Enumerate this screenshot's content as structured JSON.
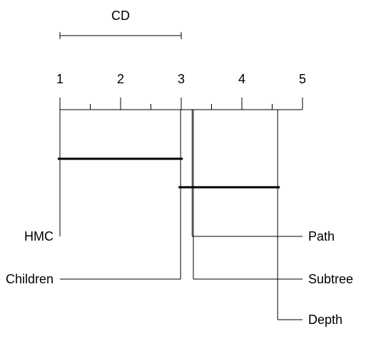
{
  "chart_data": {
    "type": "critical-difference-diagram",
    "title": "",
    "axis": {
      "range": [
        1,
        5
      ],
      "ticks": [
        1,
        2,
        3,
        4,
        5
      ],
      "tick_labels": [
        "1",
        "2",
        "3",
        "4",
        "5"
      ]
    },
    "cd": {
      "label": "CD",
      "value": 2.0
    },
    "methods": [
      {
        "name": "HMC",
        "rank": 1.0,
        "side": "left"
      },
      {
        "name": "Children",
        "rank": 2.99,
        "side": "left"
      },
      {
        "name": "Path",
        "rank": 3.18,
        "side": "right"
      },
      {
        "name": "Subtree",
        "rank": 3.2,
        "side": "right"
      },
      {
        "name": "Depth",
        "rank": 4.59,
        "side": "right"
      }
    ],
    "cliques": [
      {
        "from": 1.0,
        "to": 2.99
      },
      {
        "from": 2.99,
        "to": 4.59
      }
    ]
  }
}
